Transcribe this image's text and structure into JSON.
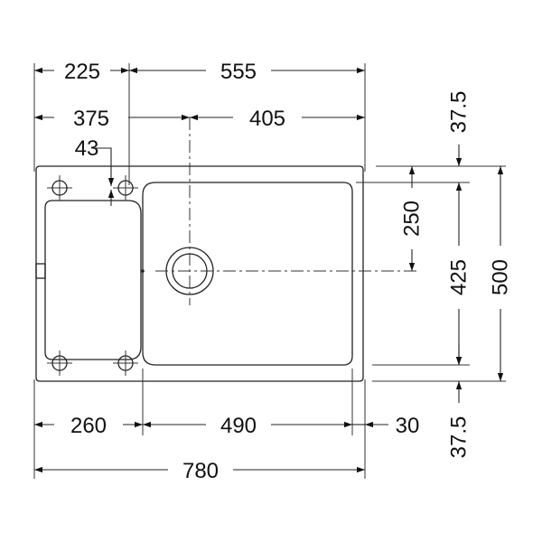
{
  "dimensions": {
    "top_left_width": "225",
    "top_right_width": "555",
    "left_to_center": "375",
    "center_to_right": "405",
    "tap_hole_offset": "43",
    "edge_top_offset": "37.5",
    "drain_height": "250",
    "bowl_depth": "425",
    "total_depth": "500",
    "edge_bottom_offset": "37.5",
    "drainer_width": "260",
    "bowl_width": "490",
    "right_rim": "30",
    "total_width": "780"
  },
  "colors": {
    "line": "#222222",
    "text": "#111111",
    "background": "#ffffff"
  }
}
